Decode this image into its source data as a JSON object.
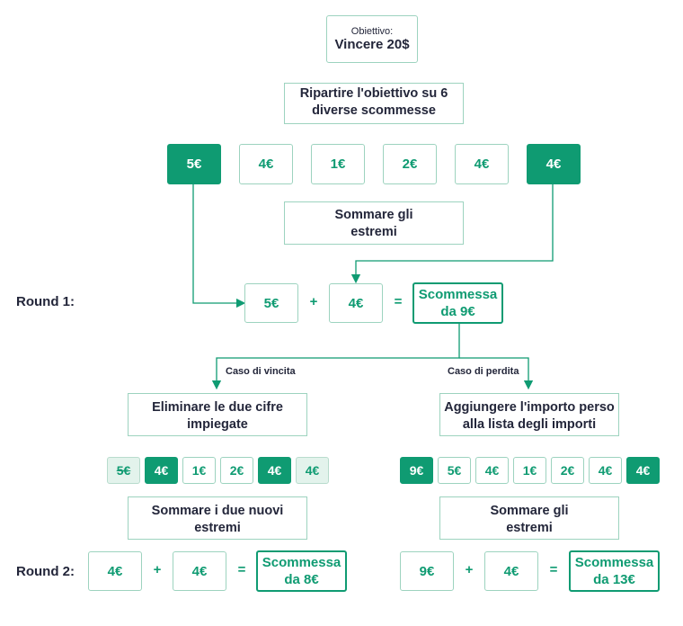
{
  "goal": {
    "label": "Obiettivo:",
    "value": "Vincere 20$"
  },
  "split_label": "Ripartire l'obiettivo su 6 diverse scommesse",
  "initial_amounts": [
    "5€",
    "4€",
    "1€",
    "2€",
    "4€",
    "4€"
  ],
  "sum_extremes_label": "Sommare gli estremi",
  "round1": {
    "label": "Round 1:",
    "left": "5€",
    "plus": "+",
    "right": "4€",
    "equals": "=",
    "result": "Scommessa da 9€"
  },
  "win": {
    "case_label": "Caso di vincita",
    "action": "Eliminare le due cifre impiegate",
    "amounts": [
      "5€",
      "4€",
      "1€",
      "2€",
      "4€",
      "4€"
    ],
    "sum_label": "Sommare i due nuovi estremi"
  },
  "loss": {
    "case_label": "Caso di perdita",
    "action": "Aggiungere l'importo perso alla lista degli importi",
    "amounts": [
      "9€",
      "5€",
      "4€",
      "1€",
      "2€",
      "4€",
      "4€"
    ],
    "sum_label": "Sommare gli estremi"
  },
  "round2": {
    "label": "Round 2:",
    "win": {
      "left": "4€",
      "plus": "+",
      "right": "4€",
      "equals": "=",
      "result": "Scommessa da 8€"
    },
    "loss": {
      "left": "9€",
      "plus": "+",
      "right": "4€",
      "equals": "=",
      "result": "Scommessa da 13€"
    }
  },
  "colors": {
    "accent": "#0f9b72",
    "border": "#9dd3bf",
    "text": "#23263a",
    "faded_fill": "#e3f3ec"
  }
}
